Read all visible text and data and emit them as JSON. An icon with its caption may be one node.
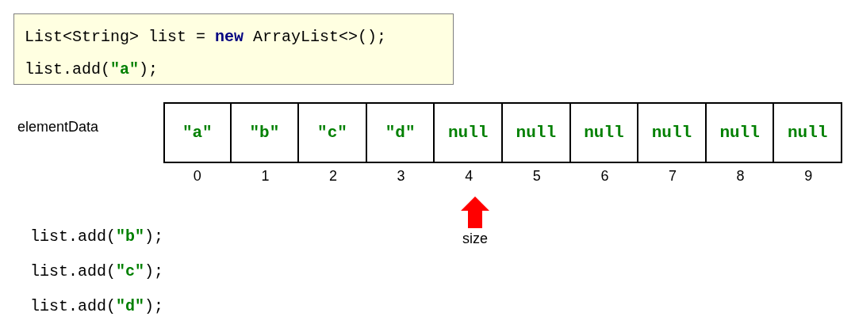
{
  "diagram": {
    "nodes": [
      {
        "text": [
          "List<String> list = **new** ArrayList<>();",
          "list.add(**\"a\"**);"
        ]
      },
      {
        "text": [
          "\"a\""
        ]
      },
      {
        "text": [
          "\"b\""
        ]
      },
      {
        "text": [
          "\"c\""
        ]
      },
      {
        "text": [
          "\"d\""
        ]
      },
      {
        "text": [
          "null"
        ]
      },
      {
        "text": [
          "null"
        ]
      },
      {
        "text": [
          "null"
        ]
      },
      {
        "text": [
          "null"
        ]
      },
      {
        "text": [
          "null"
        ]
      },
      {
        "text": [
          "null"
        ]
      }
    ],
    "labels": [
      "elementData",
      "0",
      "1",
      "2",
      "3",
      "4",
      "5",
      "6",
      "7",
      "8",
      "9",
      "size",
      "list.add(**\"b\"**);",
      "list.add(**\"c\"**);",
      "list.add(**\"d\"**);"
    ]
  }
}
